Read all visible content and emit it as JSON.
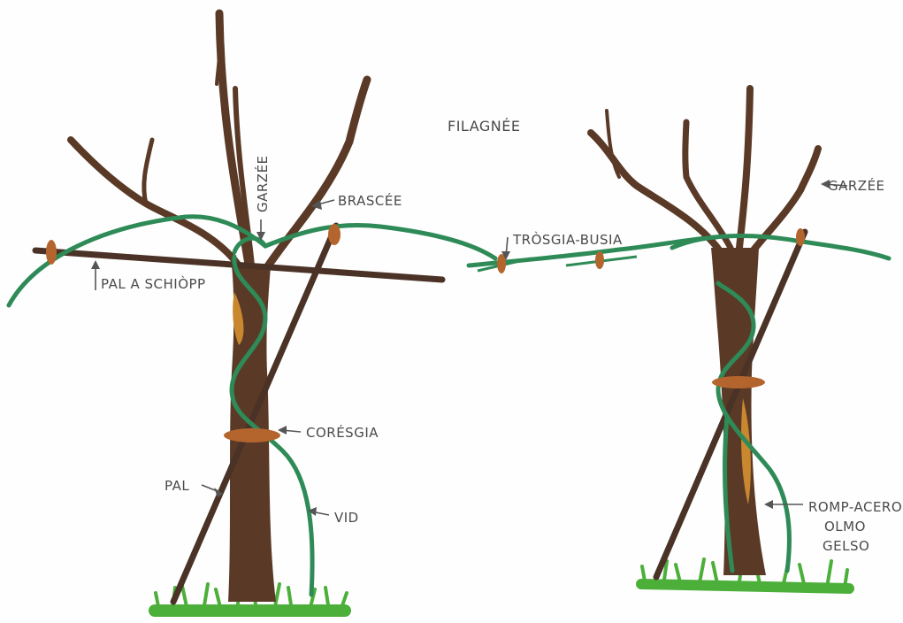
{
  "title": "FILAGNÉE",
  "labels": {
    "garzee_left": "GARZÉE",
    "brascee": "BRASCÉE",
    "pal_a_schiopp": "PAL A SCHIÒPP",
    "tresgia_busia": "TRÒSGIA-BUSIA",
    "coresgia": "CORÉSGIA",
    "pal": "PAL",
    "vid": "VID",
    "garzee_right": "GARZÉE",
    "romp_acero": "ROMP-ACERO",
    "olmo": "OLMO",
    "gelso": "GELSO"
  },
  "colors": {
    "trunk": "#5a3a26",
    "trunk_highlight": "#c9882f",
    "stake": "#4a3226",
    "vine": "#2e8b57",
    "tie": "#b4652e",
    "grass": "#4caf3a",
    "label": "#4a4a4a"
  }
}
